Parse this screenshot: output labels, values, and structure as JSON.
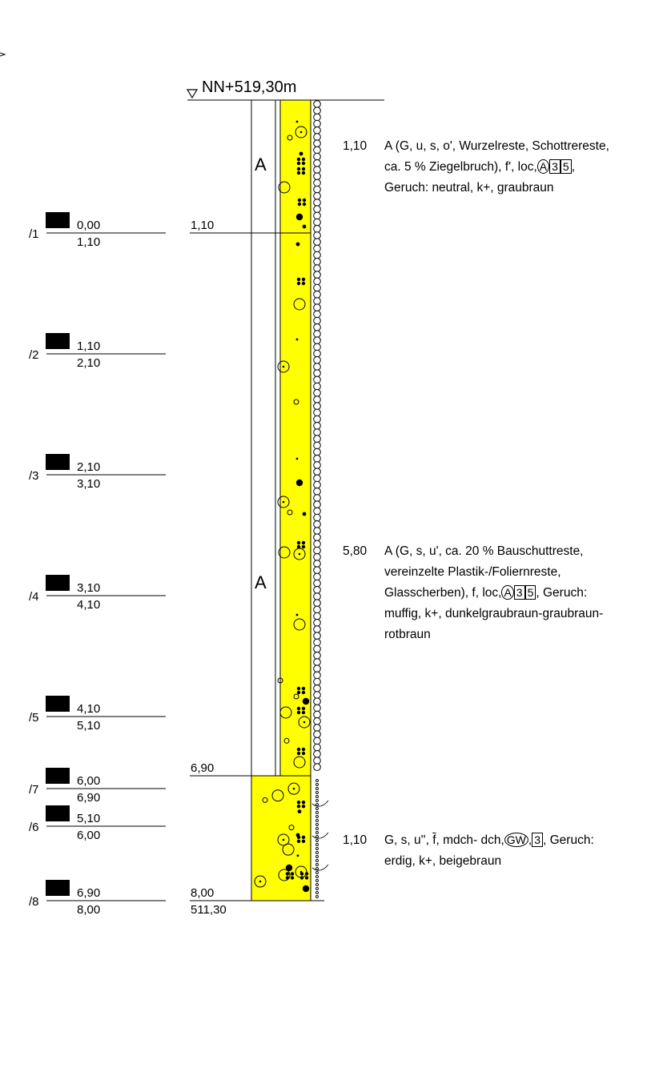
{
  "elevation_label": "NN+519,30m",
  "end_elevation": "511,30",
  "samples": [
    {
      "id": "/1",
      "top": "0,00",
      "bottom": "1,10"
    },
    {
      "id": "/2",
      "top": "1,10",
      "bottom": "2,10"
    },
    {
      "id": "/3",
      "top": "2,10",
      "bottom": "3,10"
    },
    {
      "id": "/4",
      "top": "3,10",
      "bottom": "4,10"
    },
    {
      "id": "/5",
      "top": "4,10",
      "bottom": "5,10"
    },
    {
      "id": "/6",
      "top": "5,10",
      "bottom": "6,00"
    },
    {
      "id": "/7",
      "top": "6,00",
      "bottom": "6,90"
    },
    {
      "id": "/8",
      "top": "6,90",
      "bottom": "8,00"
    }
  ],
  "layer_boundaries": [
    "1,10",
    "6,90",
    "8,00"
  ],
  "column_labels": [
    "A",
    "A"
  ],
  "layers": [
    {
      "thickness": "1,10",
      "line1": "A (G, u, s, o', Wurzelreste, Schottrereste,",
      "line2_pre": "ca. 5 % Ziegelbruch), f', loc,",
      "sym_circle": "A",
      "sym_box1": "3",
      "sym_box2": "5",
      "line2_post": ",",
      "line3": "Geruch: neutral, k+, graubraun"
    },
    {
      "thickness": "5,80",
      "line1": "A (G, s, u', ca. 20 % Bauschuttreste,",
      "line2": "vereinzelte Plastik-/Foliernreste,",
      "line3_pre": "Glasscherben), f, loc,",
      "sym_circle": "A",
      "sym_box1": "3",
      "sym_box2": "5",
      "line3_post": ", Geruch:",
      "line4": "muffig, k+, dunkelgraubraun-graubraun-",
      "line5": "rotbraun"
    },
    {
      "thickness": "1,10",
      "line1_pre": "G, s, u'', ",
      "line1_f": "f",
      "line1_mid": ", mdch- dch,",
      "sym_circle": "GW",
      "sym_box1": "3",
      "line1_post": ", Geruch:",
      "line2": "erdig, k+, beigebraun"
    }
  ],
  "colors": {
    "fill": "#ffff00",
    "line": "#000000"
  }
}
